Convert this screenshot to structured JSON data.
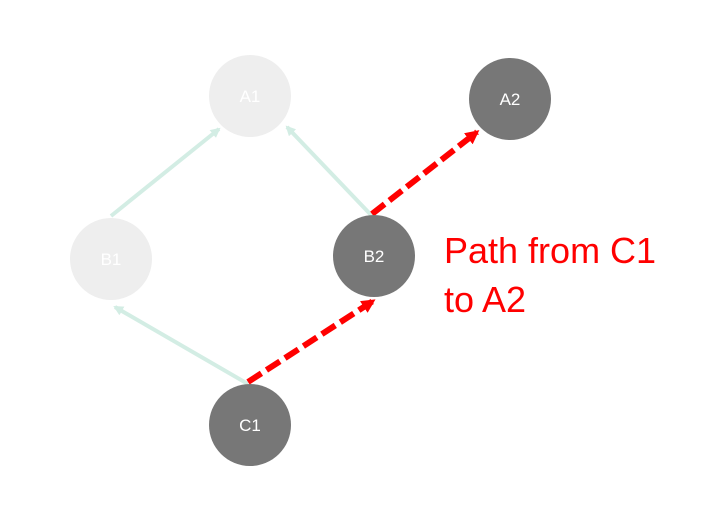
{
  "colors": {
    "faded_node": "#eeeeee",
    "faded_label": "#ffffff",
    "active_node": "#777777",
    "active_label": "#ffffff",
    "faded_edge": "#d3ede4",
    "path_edge": "#ff0000",
    "caption": "#ff0000"
  },
  "nodes": {
    "a1": {
      "label": "A1",
      "state": "faded"
    },
    "a2": {
      "label": "A2",
      "state": "active"
    },
    "b1": {
      "label": "B1",
      "state": "faded"
    },
    "b2": {
      "label": "B2",
      "state": "active"
    },
    "c1": {
      "label": "C1",
      "state": "active"
    }
  },
  "edges": [
    {
      "from": "B1",
      "to": "A1",
      "style": "faded"
    },
    {
      "from": "B2",
      "to": "A1",
      "style": "faded"
    },
    {
      "from": "C1",
      "to": "B1",
      "style": "faded"
    },
    {
      "from": "C1",
      "to": "B2",
      "style": "path"
    },
    {
      "from": "B2",
      "to": "A2",
      "style": "path"
    }
  ],
  "caption": {
    "line1": "Path from C1",
    "line2": "to A2"
  }
}
